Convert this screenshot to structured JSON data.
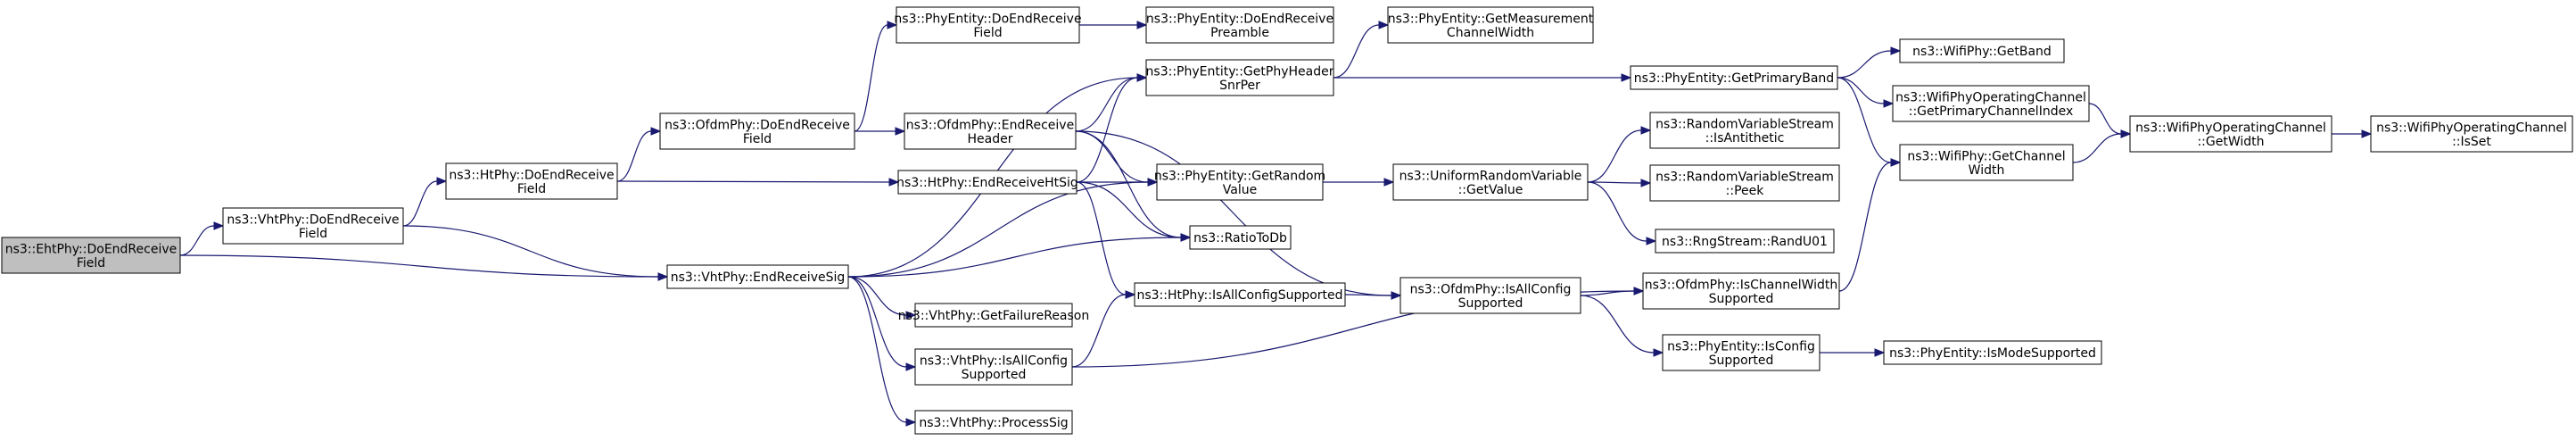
{
  "colors": {
    "node_fill": "#ffffff",
    "root_fill": "#bfbfbf",
    "edge": "#191970",
    "border": "#000000"
  },
  "nodes": [
    {
      "id": "EhtPhy_DoEndReceiveField",
      "lines": [
        "ns3::EhtPhy::DoEndReceive",
        "Field"
      ],
      "root": true
    },
    {
      "id": "VhtPhy_DoEndReceiveField",
      "lines": [
        "ns3::VhtPhy::DoEndReceive",
        "Field"
      ]
    },
    {
      "id": "VhtPhy_EndReceiveSig",
      "lines": [
        "ns3::VhtPhy::EndReceiveSig"
      ]
    },
    {
      "id": "HtPhy_DoEndReceiveField",
      "lines": [
        "ns3::HtPhy::DoEndReceive",
        "Field"
      ]
    },
    {
      "id": "OfdmPhy_DoEndReceiveField",
      "lines": [
        "ns3::OfdmPhy::DoEndReceive",
        "Field"
      ]
    },
    {
      "id": "HtPhy_EndReceiveHtSig",
      "lines": [
        "ns3::HtPhy::EndReceiveHtSig"
      ]
    },
    {
      "id": "PhyEntity_DoEndReceiveField",
      "lines": [
        "ns3::PhyEntity::DoEndReceive",
        "Field"
      ]
    },
    {
      "id": "OfdmPhy_EndReceiveHeader",
      "lines": [
        "ns3::OfdmPhy::EndReceive",
        "Header"
      ]
    },
    {
      "id": "PhyEntity_DoEndReceivePreamble",
      "lines": [
        "ns3::PhyEntity::DoEndReceive",
        "Preamble"
      ]
    },
    {
      "id": "PhyEntity_GetPhyHeaderSnrPer",
      "lines": [
        "ns3::PhyEntity::GetPhyHeader",
        "SnrPer"
      ]
    },
    {
      "id": "PhyEntity_GetRandomValue",
      "lines": [
        "ns3::PhyEntity::GetRandom",
        "Value"
      ]
    },
    {
      "id": "RatioToDb",
      "lines": [
        "ns3::RatioToDb"
      ]
    },
    {
      "id": "HtPhy_IsAllConfigSupported",
      "lines": [
        "ns3::HtPhy::IsAllConfigSupported"
      ]
    },
    {
      "id": "VhtPhy_GetFailureReason",
      "lines": [
        "ns3::VhtPhy::GetFailureReason"
      ]
    },
    {
      "id": "VhtPhy_IsAllConfigSupported",
      "lines": [
        "ns3::VhtPhy::IsAllConfig",
        "Supported"
      ]
    },
    {
      "id": "VhtPhy_ProcessSig",
      "lines": [
        "ns3::VhtPhy::ProcessSig"
      ]
    },
    {
      "id": "PhyEntity_GetMeasurementChannelWidth",
      "lines": [
        "ns3::PhyEntity::GetMeasurement",
        "ChannelWidth"
      ]
    },
    {
      "id": "UniformRandomVariable_GetValue",
      "lines": [
        "ns3::UniformRandomVariable",
        "::GetValue"
      ]
    },
    {
      "id": "OfdmPhy_IsAllConfigSupported",
      "lines": [
        "ns3::OfdmPhy::IsAllConfig",
        "Supported"
      ]
    },
    {
      "id": "PhyEntity_GetPrimaryBand",
      "lines": [
        "ns3::PhyEntity::GetPrimaryBand"
      ]
    },
    {
      "id": "RandomVariableStream_IsAntithetic",
      "lines": [
        "ns3::RandomVariableStream",
        "::IsAntithetic"
      ]
    },
    {
      "id": "RandomVariableStream_Peek",
      "lines": [
        "ns3::RandomVariableStream",
        "::Peek"
      ]
    },
    {
      "id": "RngStream_RandU01",
      "lines": [
        "ns3::RngStream::RandU01"
      ]
    },
    {
      "id": "OfdmPhy_IsChannelWidthSupported",
      "lines": [
        "ns3::OfdmPhy::IsChannelWidth",
        "Supported"
      ]
    },
    {
      "id": "PhyEntity_IsConfigSupported",
      "lines": [
        "ns3::PhyEntity::IsConfig",
        "Supported"
      ]
    },
    {
      "id": "WifiPhy_GetBand",
      "lines": [
        "ns3::WifiPhy::GetBand"
      ]
    },
    {
      "id": "WifiPhyOperatingChannel_GetPrimaryChannelIndex",
      "lines": [
        "ns3::WifiPhyOperatingChannel",
        "::GetPrimaryChannelIndex"
      ]
    },
    {
      "id": "WifiPhy_GetChannelWidth",
      "lines": [
        "ns3::WifiPhy::GetChannel",
        "Width"
      ]
    },
    {
      "id": "PhyEntity_IsModeSupported",
      "lines": [
        "ns3::PhyEntity::IsModeSupported"
      ]
    },
    {
      "id": "WifiPhyOperatingChannel_GetWidth",
      "lines": [
        "ns3::WifiPhyOperatingChannel",
        "::GetWidth"
      ]
    },
    {
      "id": "WifiPhyOperatingChannel_IsSet",
      "lines": [
        "ns3::WifiPhyOperatingChannel",
        "::IsSet"
      ]
    }
  ],
  "edges": [
    [
      "EhtPhy_DoEndReceiveField",
      "VhtPhy_DoEndReceiveField"
    ],
    [
      "EhtPhy_DoEndReceiveField",
      "VhtPhy_EndReceiveSig"
    ],
    [
      "VhtPhy_DoEndReceiveField",
      "HtPhy_DoEndReceiveField"
    ],
    [
      "VhtPhy_DoEndReceiveField",
      "VhtPhy_EndReceiveSig"
    ],
    [
      "HtPhy_DoEndReceiveField",
      "OfdmPhy_DoEndReceiveField"
    ],
    [
      "HtPhy_DoEndReceiveField",
      "HtPhy_EndReceiveHtSig"
    ],
    [
      "OfdmPhy_DoEndReceiveField",
      "PhyEntity_DoEndReceiveField"
    ],
    [
      "OfdmPhy_DoEndReceiveField",
      "OfdmPhy_EndReceiveHeader"
    ],
    [
      "PhyEntity_DoEndReceiveField",
      "PhyEntity_DoEndReceivePreamble"
    ],
    [
      "OfdmPhy_EndReceiveHeader",
      "PhyEntity_GetPhyHeaderSnrPer"
    ],
    [
      "OfdmPhy_EndReceiveHeader",
      "PhyEntity_GetRandomValue"
    ],
    [
      "OfdmPhy_EndReceiveHeader",
      "RatioToDb"
    ],
    [
      "OfdmPhy_EndReceiveHeader",
      "OfdmPhy_IsAllConfigSupported"
    ],
    [
      "HtPhy_EndReceiveHtSig",
      "PhyEntity_GetPhyHeaderSnrPer"
    ],
    [
      "HtPhy_EndReceiveHtSig",
      "PhyEntity_GetRandomValue"
    ],
    [
      "HtPhy_EndReceiveHtSig",
      "RatioToDb"
    ],
    [
      "HtPhy_EndReceiveHtSig",
      "HtPhy_IsAllConfigSupported"
    ],
    [
      "VhtPhy_EndReceiveSig",
      "PhyEntity_GetPhyHeaderSnrPer"
    ],
    [
      "VhtPhy_EndReceiveSig",
      "PhyEntity_GetRandomValue"
    ],
    [
      "VhtPhy_EndReceiveSig",
      "RatioToDb"
    ],
    [
      "VhtPhy_EndReceiveSig",
      "VhtPhy_GetFailureReason"
    ],
    [
      "VhtPhy_EndReceiveSig",
      "VhtPhy_IsAllConfigSupported"
    ],
    [
      "VhtPhy_EndReceiveSig",
      "VhtPhy_ProcessSig"
    ],
    [
      "VhtPhy_IsAllConfigSupported",
      "HtPhy_IsAllConfigSupported"
    ],
    [
      "VhtPhy_IsAllConfigSupported",
      "OfdmPhy_IsChannelWidthSupported"
    ],
    [
      "HtPhy_IsAllConfigSupported",
      "OfdmPhy_IsAllConfigSupported"
    ],
    [
      "PhyEntity_GetPhyHeaderSnrPer",
      "PhyEntity_GetMeasurementChannelWidth"
    ],
    [
      "PhyEntity_GetPhyHeaderSnrPer",
      "PhyEntity_GetPrimaryBand"
    ],
    [
      "PhyEntity_GetRandomValue",
      "UniformRandomVariable_GetValue"
    ],
    [
      "UniformRandomVariable_GetValue",
      "RandomVariableStream_IsAntithetic"
    ],
    [
      "UniformRandomVariable_GetValue",
      "RandomVariableStream_Peek"
    ],
    [
      "UniformRandomVariable_GetValue",
      "RngStream_RandU01"
    ],
    [
      "OfdmPhy_IsAllConfigSupported",
      "OfdmPhy_IsChannelWidthSupported"
    ],
    [
      "OfdmPhy_IsAllConfigSupported",
      "PhyEntity_IsConfigSupported"
    ],
    [
      "PhyEntity_GetPrimaryBand",
      "WifiPhy_GetBand"
    ],
    [
      "PhyEntity_GetPrimaryBand",
      "WifiPhyOperatingChannel_GetPrimaryChannelIndex"
    ],
    [
      "PhyEntity_GetPrimaryBand",
      "WifiPhy_GetChannelWidth"
    ],
    [
      "OfdmPhy_IsChannelWidthSupported",
      "WifiPhy_GetChannelWidth"
    ],
    [
      "PhyEntity_IsConfigSupported",
      "PhyEntity_IsModeSupported"
    ],
    [
      "WifiPhyOperatingChannel_GetPrimaryChannelIndex",
      "WifiPhyOperatingChannel_GetWidth"
    ],
    [
      "WifiPhy_GetChannelWidth",
      "WifiPhyOperatingChannel_GetWidth"
    ],
    [
      "WifiPhyOperatingChannel_GetWidth",
      "WifiPhyOperatingChannel_IsSet"
    ]
  ]
}
